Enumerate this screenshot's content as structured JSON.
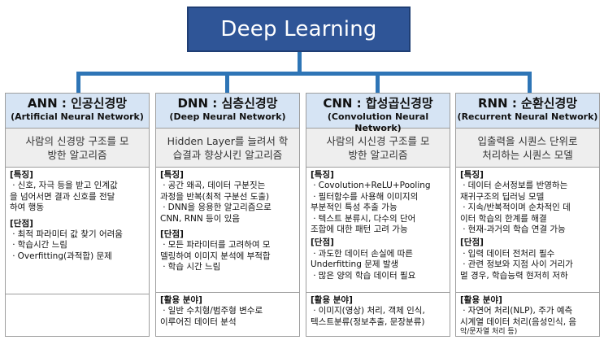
{
  "root": {
    "title": "Deep Learning"
  },
  "labels": {
    "features": "[특징]",
    "cons": "[단점]",
    "uses": "[활용 분야]"
  },
  "columns": [
    {
      "title": "ANN : 인공신경망",
      "subtitle": "(Artificial Neural Network)",
      "desc_1": "사람의 신경망 구조를 모",
      "desc_2": "방한 알고리즘",
      "features": [
        "ㆍ신호, 자극 등을 받고 인계값",
        "을 넘어서면 결과 신호를 전달",
        "하여 행동"
      ],
      "cons": [
        "ㆍ최적 파라미터 값 찾기 어려움",
        "ㆍ학습시간 느림",
        "ㆍOverfitting(과적합) 문제"
      ],
      "uses": []
    },
    {
      "title": "DNN : 심층신경망",
      "subtitle": "(Deep Neural Network)",
      "desc_1": "Hidden Layer를 늘려서 학",
      "desc_2": "습결과 향상시킨 알고리즘",
      "features": [
        "ㆍ공간 왜곡, 데이터 구분짓는",
        "과정을 반복(최적 구분선 도출)",
        "ㆍDNN을 응용한 알고리즘으로",
        "CNN, RNN 등이 있음"
      ],
      "cons": [
        "ㆍ모든 파라미터를 고려하여 모",
        "델링하여 이미지 분석에 부적합",
        "ㆍ학습 시간 느림"
      ],
      "uses": [
        "ㆍ일반 수치형/범주형 변수로",
        "이루어진 데이터 분석"
      ]
    },
    {
      "title": "CNN : 합성곱신경망",
      "subtitle": "(Convolution Neural Network)",
      "desc_1": "사람의 시신경 구조를 모",
      "desc_2": "방한 알고리즘",
      "features": [
        "ㆍCovolution+ReLU+Pooling",
        "ㆍ필터함수를 사용해 이미지의",
        "부분적인 특성 추출 가능",
        "ㆍ텍스트 분류시, 다수의 단어",
        "조합에 대한 패턴 고려 가능"
      ],
      "cons": [
        "ㆍ과도한 데이터 손실에 따른",
        "Underfitting 문제 발생",
        "ㆍ많은 양의 학습 데이터 필요"
      ],
      "uses": [
        "ㆍ이미지(영상) 처리, 객체 인식,",
        "텍스트분류(정보추출, 문장분류)"
      ]
    },
    {
      "title": "RNN : 순환신경망",
      "subtitle": "(Recurrent Neural Network)",
      "desc_1": "입출력을 시퀀스 단위로",
      "desc_2": "처리하는 시퀀스 모델",
      "features": [
        "ㆍ데이터 순서정보를 반영하는",
        "재귀구조의 딥러닝 모델",
        "ㆍ지속/반복적이며 순차적인 데",
        "이터 학습의 한계를 해결",
        "ㆍ현재-과거의 학습 연결 가능"
      ],
      "cons": [
        "ㆍ입력 데이터 전처리 필수",
        "ㆍ관련 정보와 지점 사이 거리가",
        "멀 경우, 학습능력 현저히 저하"
      ],
      "uses": [
        "ㆍ자연어 처리(NLP), 주가 예측",
        "시계열 데이터 처리(음성인식, 음",
        "악/문자열 처리 등)"
      ]
    }
  ],
  "colors": {
    "root_fill": "#2f5597",
    "connector": "#2e75b6",
    "header_fill": "#d6e4f4",
    "desc_fill": "#eeeeee"
  }
}
